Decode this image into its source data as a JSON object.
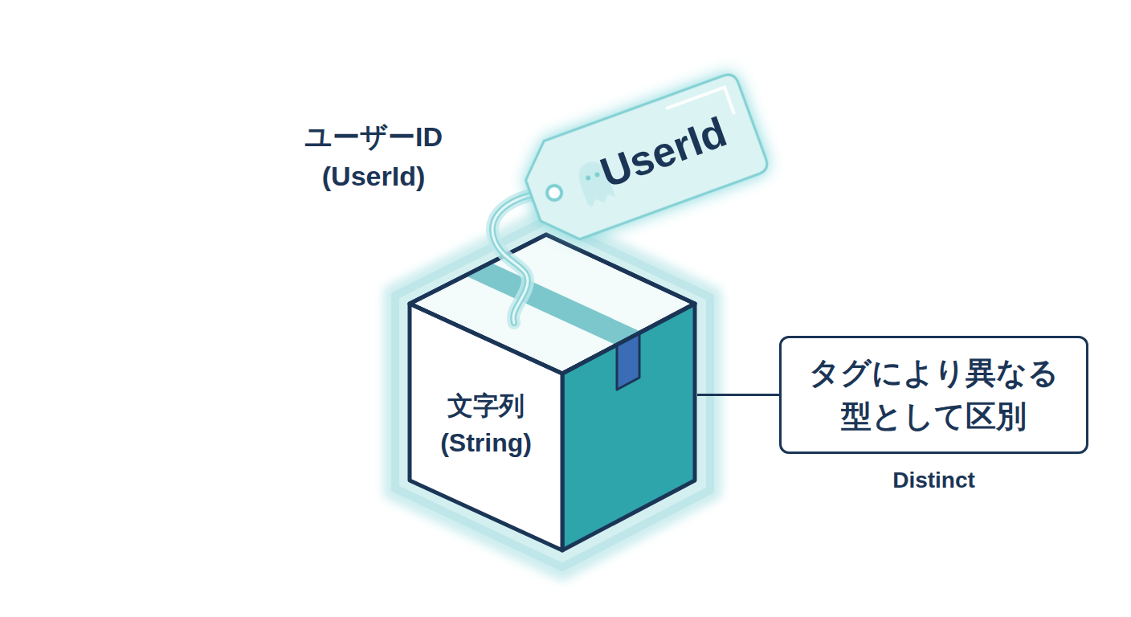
{
  "diagram": {
    "nodes": [
      {
        "text": [
          "文字列 (String)"
        ]
      },
      {
        "text": [
          "UserId"
        ]
      },
      {
        "text": [
          "タグにより異なる 型として区別",
          "Distinct"
        ]
      }
    ],
    "edges": [
      {
        "from": 0,
        "to": 2,
        "arrow": "none"
      }
    ],
    "labels": [
      "ユーザーID (UserId)"
    ]
  }
}
